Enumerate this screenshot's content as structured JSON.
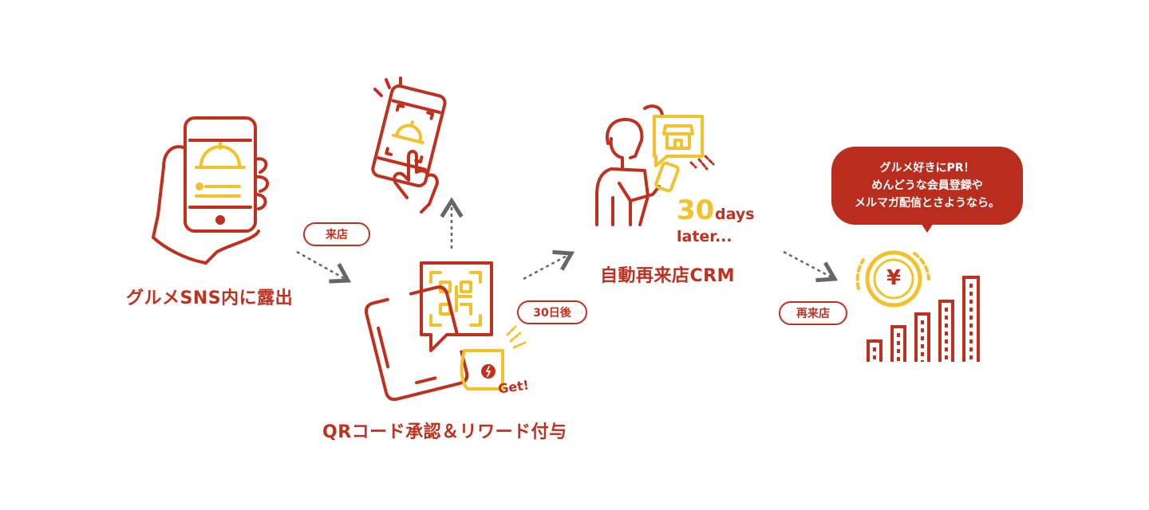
{
  "steps": {
    "exposure": "グルメSNS内に露出",
    "qr": "QRコード承認＆リワード付与",
    "crm": "自動再来店CRM"
  },
  "badges": {
    "visit": "来店",
    "after30": "30日後",
    "revisit": "再来店"
  },
  "timer": {
    "number": "30",
    "unit": "days",
    "later": "later..."
  },
  "reward_text": "Get!",
  "coin_symbol": "¥",
  "bubble_lines": [
    "グルメ好きにPR！",
    "めんどうな会員登録や",
    "メルマガ配信とさようなら。"
  ],
  "colors": {
    "red": "#c0301f",
    "yellow": "#f2c12e",
    "gray": "#666666",
    "bubble": "#b92d1e"
  },
  "icons": [
    "hand-phone-icon",
    "phone-scan-icon",
    "qr-code-icon",
    "phone-icon",
    "reward-ticket-icon",
    "person-phone-icon",
    "store-icon",
    "yen-coin-icon",
    "bar-chart-icon",
    "arrow-icon"
  ]
}
